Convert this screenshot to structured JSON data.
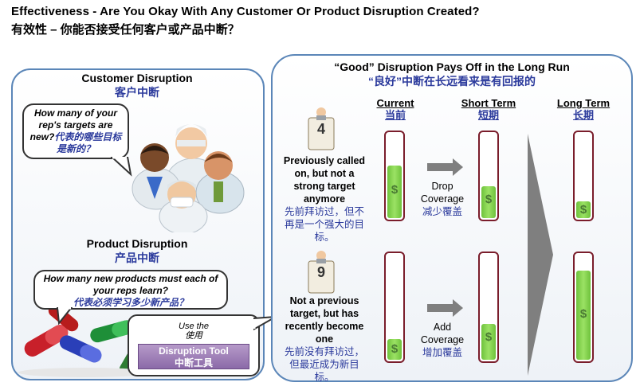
{
  "title": {
    "en": "Effectiveness - Are You Okay With Any Customer Or Product Disruption Created?",
    "cn": "有效性 – 你能否接受任何客户或产品中断？"
  },
  "left_panel": {
    "customer": {
      "heading_en": "Customer Disruption",
      "heading_cn": "客户中断"
    },
    "customer_bubble": {
      "en": "How many of your rep's targets are new?",
      "cn": "代表的哪些目标是新的？"
    },
    "product": {
      "heading_en": "Product Disruption",
      "heading_cn": "产品中断"
    },
    "product_bubble": {
      "en": "How many new products must each of your reps learn?",
      "cn": "代表必须学习多少新产品？"
    },
    "tool_bubble": {
      "use_en": "Use the",
      "use_cn": "使用",
      "tool_en": "Disruption Tool",
      "tool_cn": "中断工具"
    }
  },
  "right_panel": {
    "heading_en": "“Good” Disruption Pays Off in the Long Run",
    "heading_cn": "“良好”中断在长远看来是有回报的",
    "columns": [
      {
        "en": "Current",
        "cn": "当前"
      },
      {
        "en": "Short Term",
        "cn": "短期"
      },
      {
        "en": "Long Term",
        "cn": "长期"
      }
    ],
    "rows": [
      {
        "badge": "4",
        "desc_en": "Previously called on, but not a strong target anymore",
        "desc_cn": "先前拜访过，但不再是一个强大的目标。",
        "action_en": "Drop Coverage",
        "action_cn": "减少覆盖",
        "levels": {
          "current": 0.62,
          "short_term": 0.38,
          "long_term": 0.2
        }
      },
      {
        "badge": "9",
        "desc_en": "Not a previous target, but has recently become one",
        "desc_cn": "先前没有拜访过，但最近成为新目标。",
        "action_en": "Add Coverage",
        "action_cn": "增加覆盖",
        "levels": {
          "current": 0.2,
          "short_term": 0.34,
          "long_term": 0.85
        }
      }
    ],
    "currency_symbol": "$"
  },
  "colors": {
    "panel_border": "#5b86b8",
    "blue_text": "#2b3a9c",
    "tube_border": "#7a1d2b",
    "fill_green": "#7fd14a",
    "arrow_gray": "#7f7f7f"
  },
  "icons": [
    "doctor-group-illustration",
    "pills-illustration",
    "clipboard-person-icon",
    "right-arrow-icon",
    "big-chevron-icon"
  ]
}
